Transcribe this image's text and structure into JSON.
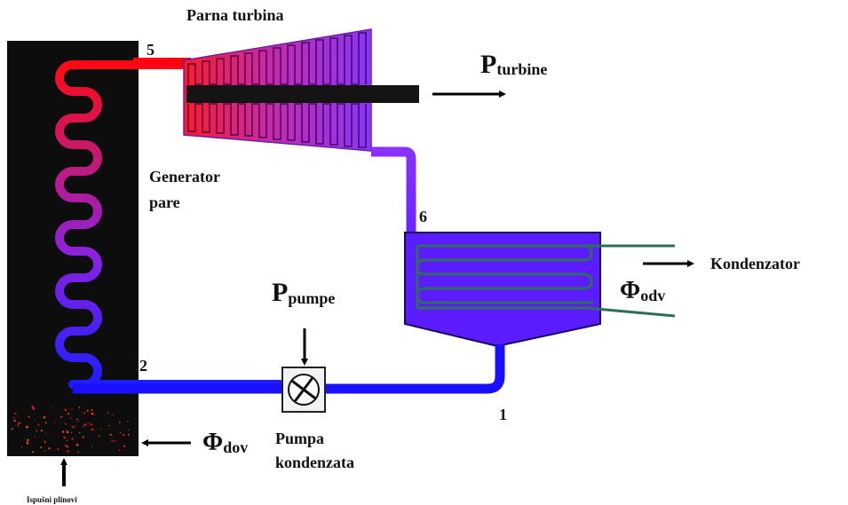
{
  "labels": {
    "turbine": "Parna turbina",
    "generator_line1": "Generator",
    "generator_line2": "pare",
    "condenser": "Kondenzator",
    "pump_line1": "Pumpa",
    "pump_line2": "kondenzata",
    "exhaust": "Ispušni plinovi"
  },
  "points": {
    "p5": "5",
    "p6": "6",
    "p2": "2",
    "p1": "1"
  },
  "quantities": {
    "p_turbine": {
      "main": "P",
      "sub": "turbine"
    },
    "p_pump": {
      "main": "P",
      "sub": "pumpe"
    },
    "phi_out": {
      "main": "Φ",
      "sub": "odv"
    },
    "phi_in": {
      "main": "Φ",
      "sub": "dov"
    }
  },
  "colors": {
    "hot_steam": "#ff0000",
    "cold_water": "#1a10ff",
    "condenser_body": "#5b1dff",
    "cooling_pipe": "#2f6d5a",
    "furnace": "#0d0d0d",
    "shaft": "#141414"
  }
}
